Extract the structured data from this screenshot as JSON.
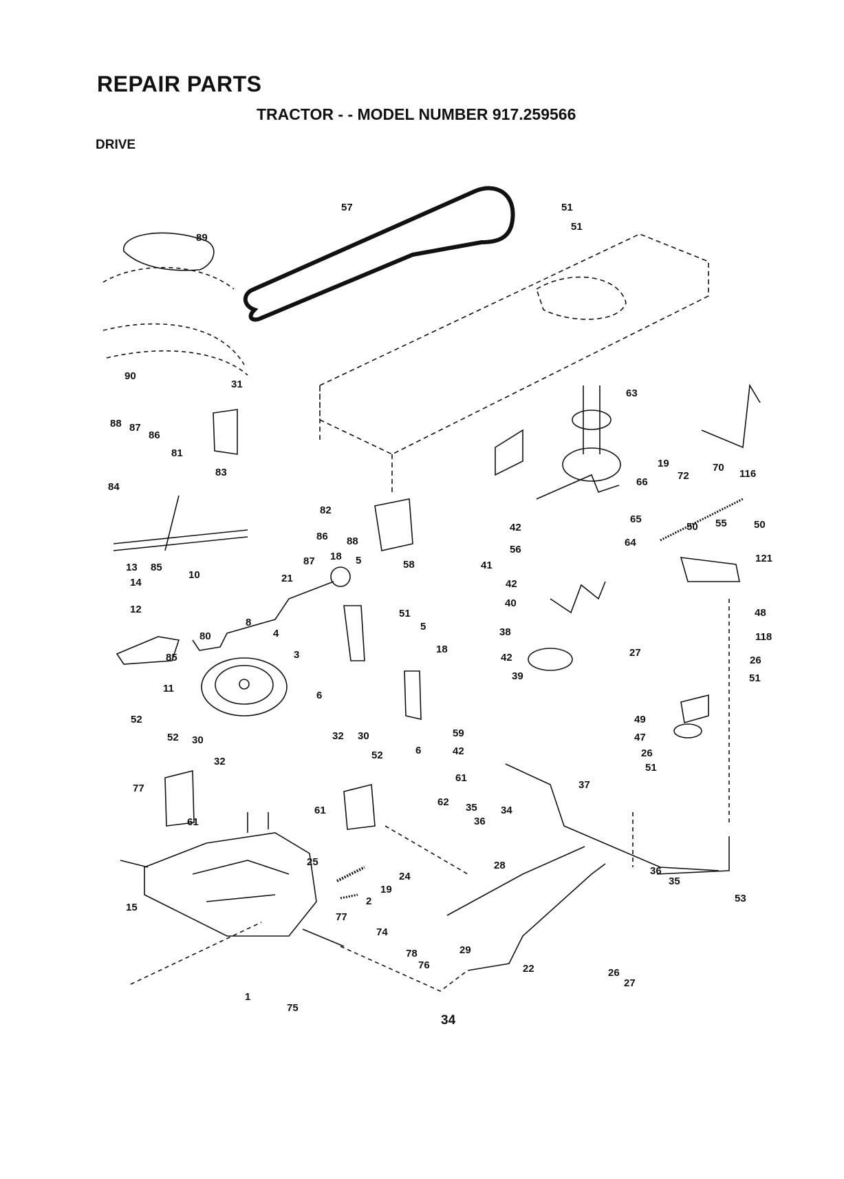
{
  "header": {
    "title": "REPAIR PARTS",
    "subtitle": "TRACTOR - - MODEL NUMBER 917.259566",
    "section": "DRIVE"
  },
  "footer": {
    "page_number": "34"
  },
  "diagram": {
    "callouts": [
      {
        "label": "57"
      },
      {
        "label": "51"
      },
      {
        "label": "51"
      },
      {
        "label": "89"
      },
      {
        "label": "90"
      },
      {
        "label": "31"
      },
      {
        "label": "88"
      },
      {
        "label": "87"
      },
      {
        "label": "86"
      },
      {
        "label": "81"
      },
      {
        "label": "84"
      },
      {
        "label": "83"
      },
      {
        "label": "82"
      },
      {
        "label": "86"
      },
      {
        "label": "88"
      },
      {
        "label": "85"
      },
      {
        "label": "10"
      },
      {
        "label": "87"
      },
      {
        "label": "21"
      },
      {
        "label": "13"
      },
      {
        "label": "14"
      },
      {
        "label": "12"
      },
      {
        "label": "8"
      },
      {
        "label": "80"
      },
      {
        "label": "4"
      },
      {
        "label": "3"
      },
      {
        "label": "85"
      },
      {
        "label": "11"
      },
      {
        "label": "58"
      },
      {
        "label": "18"
      },
      {
        "label": "5"
      },
      {
        "label": "51"
      },
      {
        "label": "5"
      },
      {
        "label": "18"
      },
      {
        "label": "6"
      },
      {
        "label": "6"
      },
      {
        "label": "59"
      },
      {
        "label": "42"
      },
      {
        "label": "61"
      },
      {
        "label": "63"
      },
      {
        "label": "19"
      },
      {
        "label": "72"
      },
      {
        "label": "70"
      },
      {
        "label": "116"
      },
      {
        "label": "66"
      },
      {
        "label": "42"
      },
      {
        "label": "56"
      },
      {
        "label": "65"
      },
      {
        "label": "64"
      },
      {
        "label": "55"
      },
      {
        "label": "50"
      },
      {
        "label": "50"
      },
      {
        "label": "121"
      },
      {
        "label": "41"
      },
      {
        "label": "42"
      },
      {
        "label": "40"
      },
      {
        "label": "38"
      },
      {
        "label": "42"
      },
      {
        "label": "39"
      },
      {
        "label": "48"
      },
      {
        "label": "118"
      },
      {
        "label": "27"
      },
      {
        "label": "26"
      },
      {
        "label": "51"
      },
      {
        "label": "49"
      },
      {
        "label": "47"
      },
      {
        "label": "26"
      },
      {
        "label": "51"
      },
      {
        "label": "52"
      },
      {
        "label": "52"
      },
      {
        "label": "30"
      },
      {
        "label": "32"
      },
      {
        "label": "77"
      },
      {
        "label": "61"
      },
      {
        "label": "32"
      },
      {
        "label": "30"
      },
      {
        "label": "52"
      },
      {
        "label": "61"
      },
      {
        "label": "62"
      },
      {
        "label": "35"
      },
      {
        "label": "36"
      },
      {
        "label": "34"
      },
      {
        "label": "37"
      },
      {
        "label": "25"
      },
      {
        "label": "19"
      },
      {
        "label": "24"
      },
      {
        "label": "2"
      },
      {
        "label": "28"
      },
      {
        "label": "36"
      },
      {
        "label": "35"
      },
      {
        "label": "53"
      },
      {
        "label": "15"
      },
      {
        "label": "77"
      },
      {
        "label": "74"
      },
      {
        "label": "78"
      },
      {
        "label": "76"
      },
      {
        "label": "29"
      },
      {
        "label": "22"
      },
      {
        "label": "26"
      },
      {
        "label": "27"
      },
      {
        "label": "1"
      },
      {
        "label": "75"
      }
    ]
  }
}
